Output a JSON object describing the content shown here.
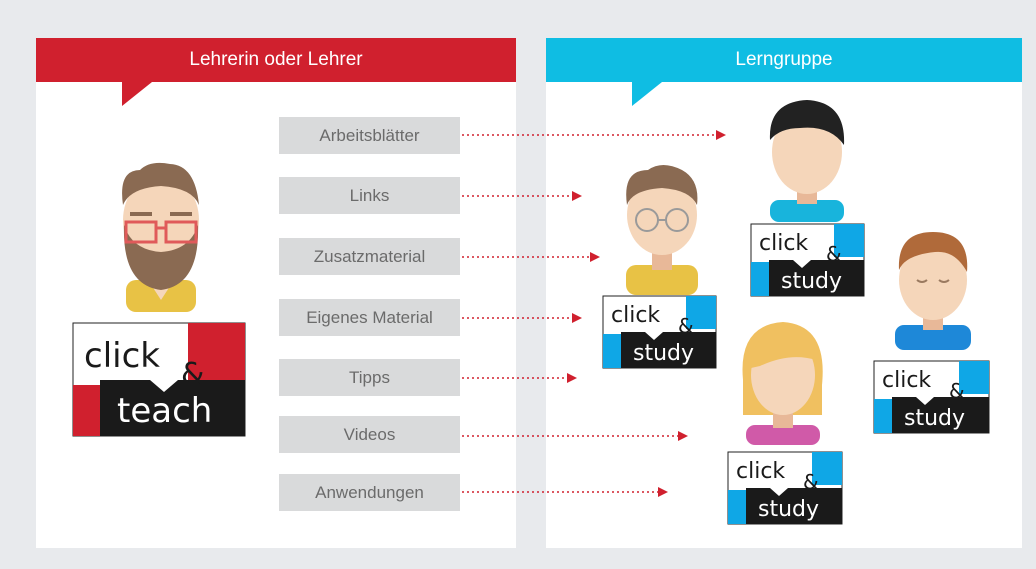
{
  "teacher": {
    "title": "Lehrerin oder Lehrer",
    "logo_word1": "click",
    "logo_amp": "&",
    "logo_word2": "teach"
  },
  "group": {
    "title": "Lerngruppe",
    "logo_word1": "click",
    "logo_amp": "&",
    "logo_word2": "study"
  },
  "materials": [
    "Arbeitsblätter",
    "Links",
    "Zusatzmaterial",
    "Eigenes Material",
    "Tipps",
    "Videos",
    "Anwendungen"
  ],
  "colors": {
    "red": "#d0202e",
    "blue": "#0fbde3",
    "arrow": "#d0202e"
  }
}
